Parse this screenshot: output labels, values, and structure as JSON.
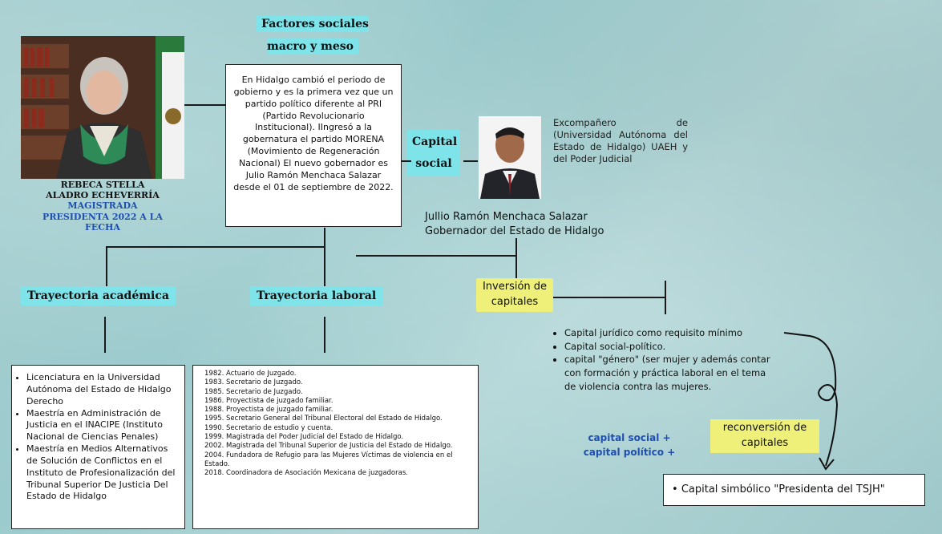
{
  "factores_title": "Factores sociales macro y meso",
  "factores_text": "En Hidalgo cambió el periodo de gobierno y es la primera vez que un partido político diferente al PRI (Partido Revolucionario Institucional). IIngresó a la gobernatura el partido MORENA (Movimiento de Regeneración Nacional) El nuevo gobernador es Julio Ramón Menchaca Salazar desde el 01 de septiembre de 2022.",
  "rebeca_name": "REBECA STELLA ALADRO ECHEVERRÍA",
  "rebeca_role": "MAGISTRADA PRESIDENTA 2022 A LA FECHA",
  "capital_social_label": "Capital social",
  "excompanero_text": "Excompañero de (Universidad Autónoma del Estado de Hidalgo) UAEH y del Poder Judicial",
  "julio_name": "Jullio Ramón Menchaca Salazar",
  "julio_role": "Gobernador del Estado de Hidalgo",
  "trayectoria_academica": "Trayectoria académica",
  "trayectoria_laboral": "Trayectoria laboral",
  "inversion_label": "Inversión de capitales",
  "academic_items": [
    "Licenciatura en la Universidad Autónoma del Estado de Hidalgo Derecho",
    "Maestría en Administración de Justicia en el INACIPE (Instituto Nacional de Ciencias Penales)",
    "Maestría en Medios Alternativos de Solución de Conflictos en el Instituto de Profesionalización del Tribunal Superior De Justicia Del Estado de Hidalgo"
  ],
  "labor_items": [
    "1982. Actuario de Juzgado.",
    "1983. Secretario de Juzgado.",
    "1985. Secretario de Juzgado.",
    "1986. Proyectista de juzgado familiar.",
    "1988. Proyectista de juzgado familiar.",
    "1995. Secretario General del Tribunal Electoral del Estado de Hidalgo.",
    "1990. Secretario de estudio y cuenta.",
    "1999. Magistrada del Poder Judicial del Estado de Hidalgo.",
    "2002. Magistrada del Tribunal Superior de Justicia del Estado de Hidalgo.",
    "2004. Fundadora de Refugio para las Mujeres Víctimas de violencia en el Estado.",
    "2018. Coordinadora de Asociación Mexicana de juzgadoras."
  ],
  "capital_items": [
    "Capital jurídico como requisito mínimo",
    "Capital social-político.",
    "capital \"género\" (ser mujer y además contar con formación y práctica laboral en el tema de violencia contra las mujeres."
  ],
  "capital_sum_1": "capital social +",
  "capital_sum_2": "capital político +",
  "reconversion_label": "reconversión de capitales",
  "simbolico_text": "Capital simbólico \"Presidenta del TSJH\""
}
